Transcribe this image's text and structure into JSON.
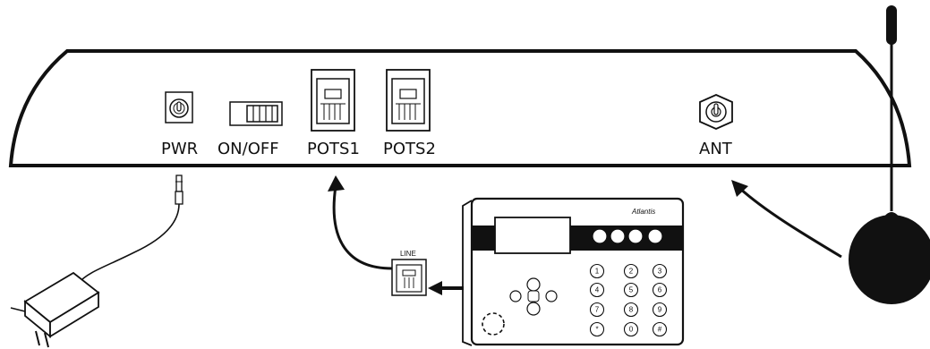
{
  "router": {
    "ports": {
      "pwr": "PWR",
      "onoff": "ON/OFF",
      "pots1": "POTS1",
      "pots2": "POTS2",
      "ant": "ANT"
    }
  },
  "phone": {
    "line_label": "LINE",
    "brand": "Atlantis",
    "keys": [
      "1",
      "2",
      "3",
      "4",
      "5",
      "6",
      "7",
      "8",
      "9",
      "*",
      "0",
      "#"
    ]
  },
  "colors": {
    "stroke": "#111111",
    "fill_dark": "#111111",
    "background": "#ffffff"
  }
}
